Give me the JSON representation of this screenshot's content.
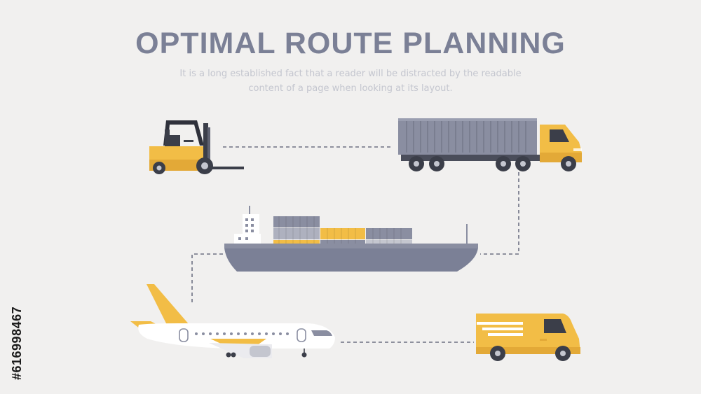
{
  "title": "OPTIMAL ROUTE PLANNING",
  "subtitle": "It is a long established fact that a reader will be distracted by the readable content of a page when looking at its layout.",
  "stock_id": "#616998467",
  "colors": {
    "background": "#f1f0ef",
    "title": "#7b8096",
    "subtitle": "#c4c6cf",
    "accent_yellow": "#f2bd46",
    "slate_gray": "#8a8ea1",
    "dark": "#4a4d5a",
    "white": "#ffffff"
  },
  "route": {
    "stops": [
      "forklift",
      "container-truck",
      "cargo-ship",
      "airplane",
      "delivery-van"
    ],
    "line_style": "dashed"
  },
  "icons": [
    "forklift-icon",
    "container-truck-icon",
    "cargo-ship-icon",
    "airplane-icon",
    "delivery-van-icon"
  ]
}
